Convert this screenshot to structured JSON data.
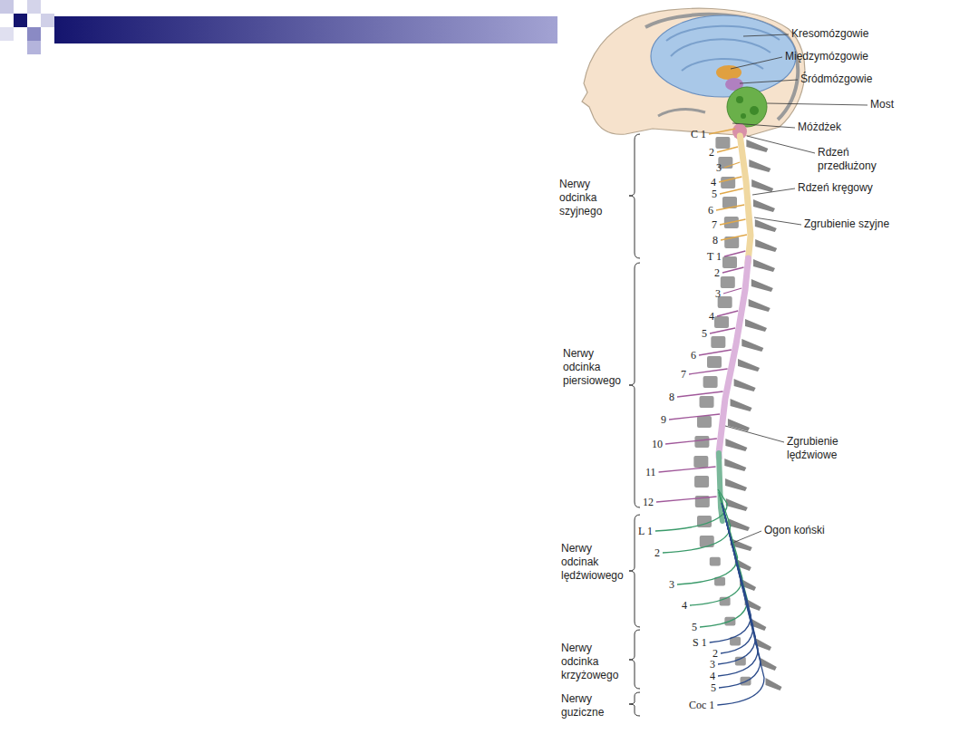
{
  "diagram": {
    "labels": [
      "Kresomózgowie",
      "Międzymózgowie",
      "Śródmózgowie",
      "Most",
      "Móżdżek",
      "Rdzeń przedłużony",
      "Rdzeń kręgowy",
      "Zgrubienie szyjne",
      "Zgrubienie lędźwiowe",
      "Ogon koński",
      "Nerwy odcinka szyjnego",
      "Nerwy odcinka piersiowego",
      "Nerwy odcinak lędźwiowego",
      "Nerwy odcinka krzyżowego",
      "Nerwy guziczne",
      "C 1",
      "2",
      "3",
      "4",
      "5",
      "6",
      "7",
      "8",
      "T 1",
      "2",
      "3",
      "4",
      "5",
      "6",
      "7",
      "8",
      "9",
      "10",
      "11",
      "12",
      "L 1",
      "2",
      "3",
      "4",
      "5",
      "S 1",
      "2",
      "3",
      "4",
      "5",
      "Coc 1"
    ]
  }
}
